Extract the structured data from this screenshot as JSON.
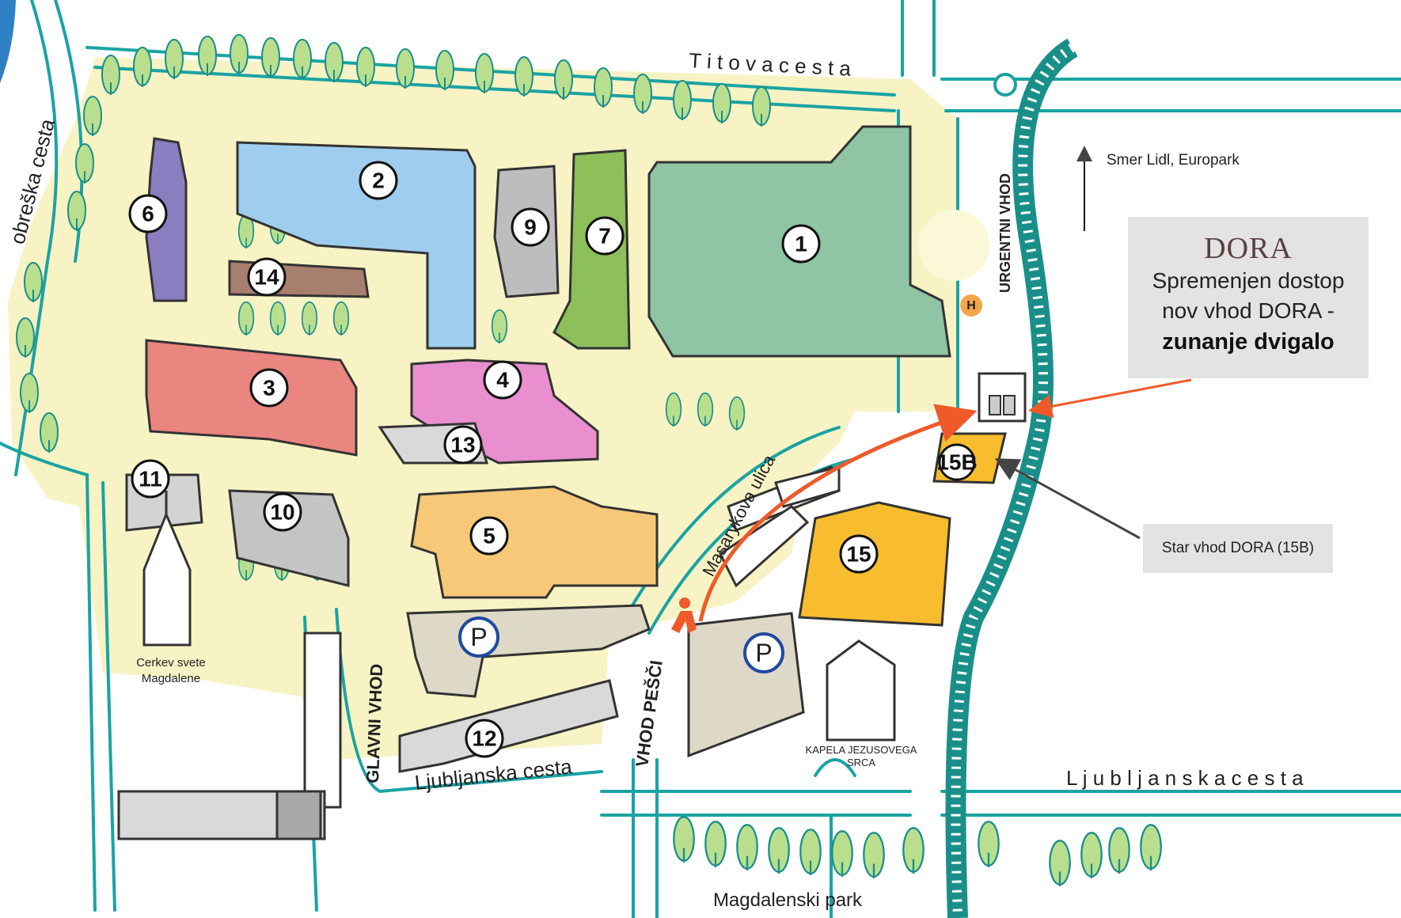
{
  "map": {
    "streets": {
      "titova": "T i t o v a   c e s t a",
      "dobreska": "obreška cesta",
      "ljubljanska_south": "Ljubljanska cesta",
      "ljubljanska_east": "L j u b l j a n s k a   c e s t a",
      "masarykova": "Masarykova ulica"
    },
    "buildings": [
      "1",
      "2",
      "3",
      "4",
      "5",
      "6",
      "7",
      "9",
      "10",
      "11",
      "12",
      "13",
      "14",
      "15",
      "15B"
    ],
    "entrances": {
      "main": "GLAVNI VHOD",
      "pedestrian": "VHOD PEŠČI",
      "emergency": "URGENTNI VHOD"
    },
    "landmarks": {
      "church_line1": "Cerkev svete",
      "church_line2": "Magdalene",
      "chapel_line1": "KAPELA JEZUSOVEGA",
      "chapel_line2": "SRCA",
      "park": "Magdalenski park",
      "parking": "P",
      "helipad": "H"
    },
    "direction": "Smer Lidl, Europark",
    "dora_panel": {
      "logo": "DORA",
      "line1": "Spremenjen dostop",
      "line2": "nov vhod DORA -",
      "line3": "zunanje dvigalo"
    },
    "old_entrance": "Star vhod DORA (15B)",
    "colors": {
      "road_outline": "#1aa3a3",
      "grounds": "#f7f3c4",
      "tree": "#b9df8e",
      "arrow": "#ef5a2a",
      "b1": "#8fc4a4",
      "b2": "#9fcdee",
      "b3": "#ea8580",
      "b4": "#e98fd0",
      "b5": "#f6c878",
      "b6": "#8a7ec0",
      "b7": "#8dbf5a",
      "b9": "#bdbdbd",
      "b10": "#c4c4c4",
      "b14": "#a87e6e",
      "b15": "#f8bd2e",
      "parking": "#ded8c6"
    }
  }
}
